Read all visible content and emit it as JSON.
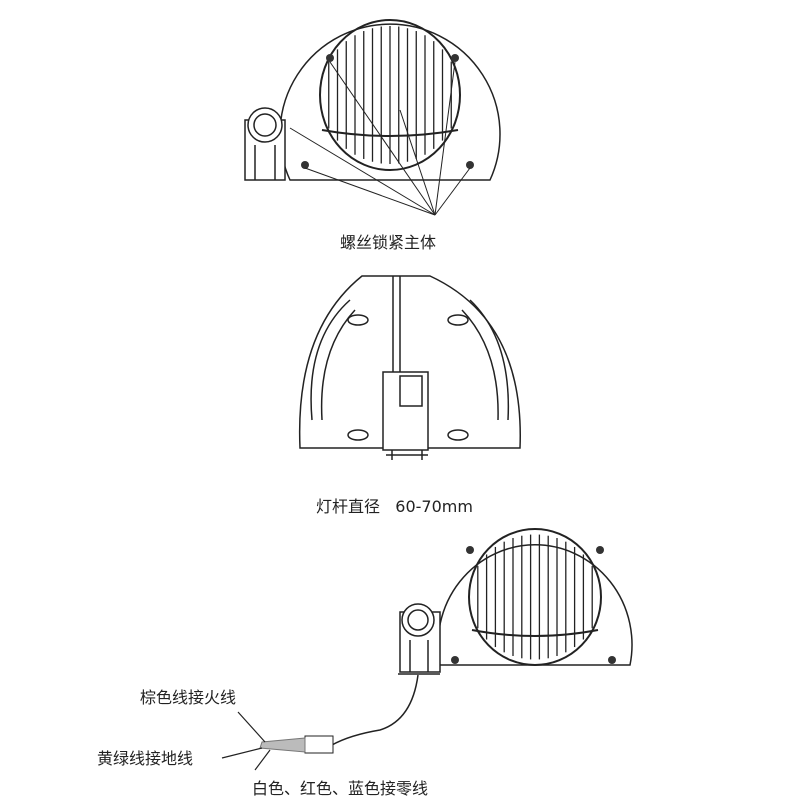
{
  "figure1": {
    "label": "螺丝锁紧主体"
  },
  "figure2": {
    "label": "灯杆直径",
    "dimension": "60-70mm"
  },
  "figure3": {
    "live_label": "棕色线接火线",
    "ground_label": "黄绿线接地线",
    "neutral_label": "白色、红色、蓝色接零线"
  },
  "colors": {
    "line": "#222222",
    "background": "#ffffff"
  }
}
